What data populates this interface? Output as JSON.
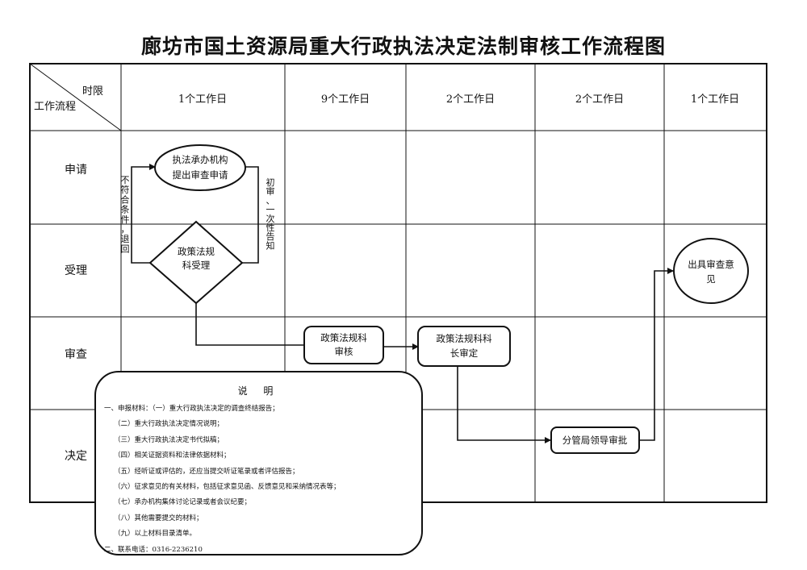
{
  "title": "廊坊市国土资源局重大行政执法决定法制审核工作流程图",
  "header": {
    "corner_top": "时限",
    "corner_bottom": "工作流程",
    "columns": [
      "1个工作日",
      "9个工作日",
      "2个工作日",
      "2个工作日",
      "1个工作日"
    ]
  },
  "rows": [
    "申请",
    "受理",
    "审查",
    "决定"
  ],
  "nodes": {
    "apply": [
      "执法承办机构",
      "提出审查申请"
    ],
    "accept": [
      "政策法规",
      "科受理"
    ],
    "review": [
      "政策法规科",
      "审核"
    ],
    "chief": [
      "政策法规科科",
      "长审定"
    ],
    "leader": "分管局领导审批",
    "opinion": [
      "出具审查意",
      "见"
    ]
  },
  "edge_labels": {
    "reject": "不符合条件，退回",
    "inform": "初审、一次性告知"
  },
  "notes": {
    "title": "说 明",
    "items": [
      "一、申报材料：（一）重大行政执法决定的调查终结报告；",
      "（二）重大行政执法决定情况说明；",
      "（三）重大行政执法决定书代拟稿；",
      "（四）相关证据资料和法律依据材料；",
      "（五）经听证或评估的，还应当提交听证笔录或者评估报告；",
      "（六）征求意见的有关材料，包括征求意见函、反馈意见和采纳情况表等；",
      "（七）承办机构集体讨论记录或者会议纪要；",
      "（八）其他需要提交的材料；",
      "（九）以上材料目录清单。",
      "二、联系电话：0316-2236210"
    ]
  }
}
